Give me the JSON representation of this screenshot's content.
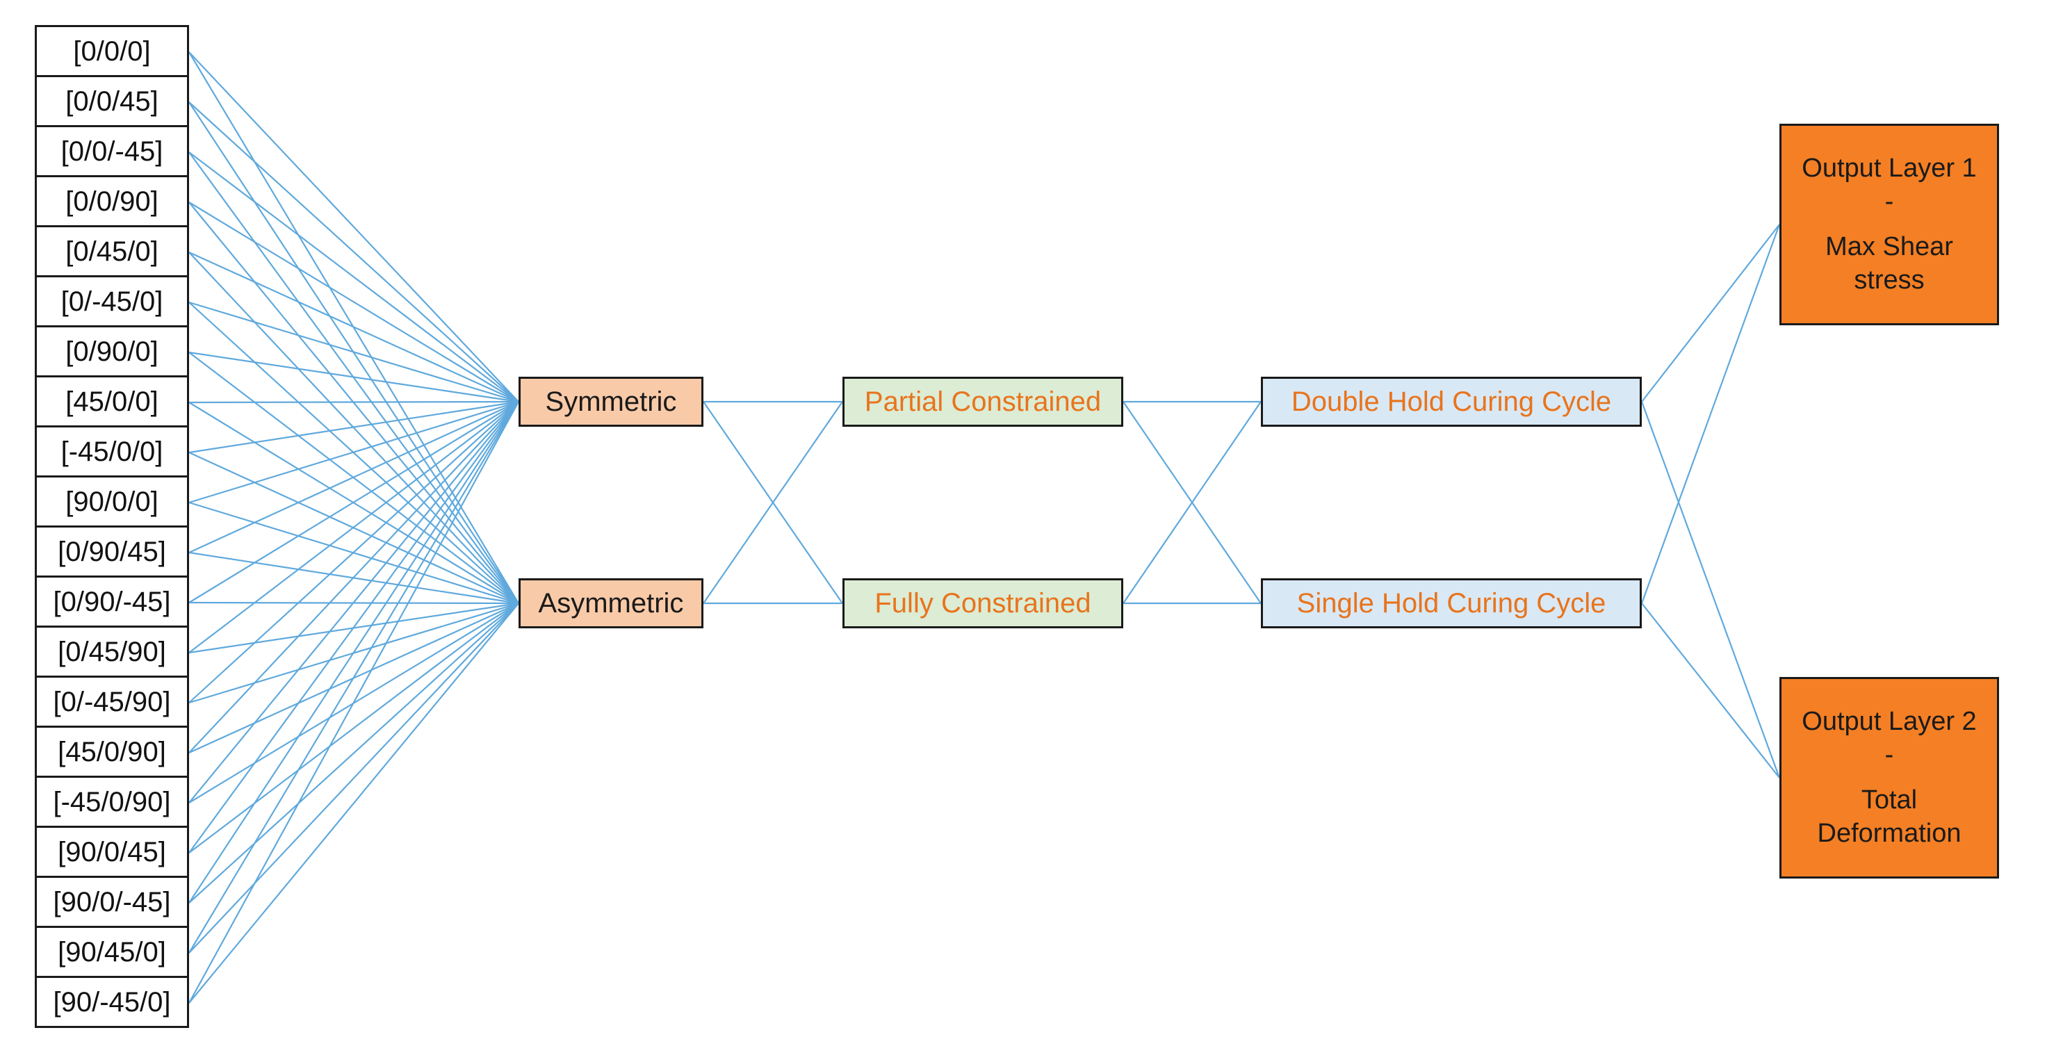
{
  "inputs": [
    "[0/0/0]",
    "[0/0/45]",
    "[0/0/-45]",
    "[0/0/90]",
    "[0/45/0]",
    "[0/-45/0]",
    "[0/90/0]",
    "[45/0/0]",
    "[-45/0/0]",
    "[90/0/0]",
    "[0/90/45]",
    "[0/90/-45]",
    "[0/45/90]",
    "[0/-45/90]",
    "[45/0/90]",
    "[-45/0/90]",
    "[90/0/45]",
    "[90/0/-45]",
    "[90/45/0]",
    "[90/-45/0]"
  ],
  "symmetry": [
    "Symmetric",
    "Asymmetric"
  ],
  "constraints": [
    "Partial Constrained",
    "Fully Constrained"
  ],
  "curing": [
    "Double Hold Curing Cycle",
    "Single Hold Curing Cycle"
  ],
  "outputs": [
    {
      "line1": "Output Layer 1 -",
      "line2": "Max Shear stress"
    },
    {
      "line1": "Output Layer 2 -",
      "line2": "Total Deformation"
    }
  ],
  "colors": {
    "link": "#5fa9dd",
    "symmetry_fill": "#f9caa8",
    "constraint_fill": "#dcecd5",
    "curing_fill": "#d9e8f5",
    "output_fill": "#f47f24",
    "accent_text": "#e8741c"
  }
}
